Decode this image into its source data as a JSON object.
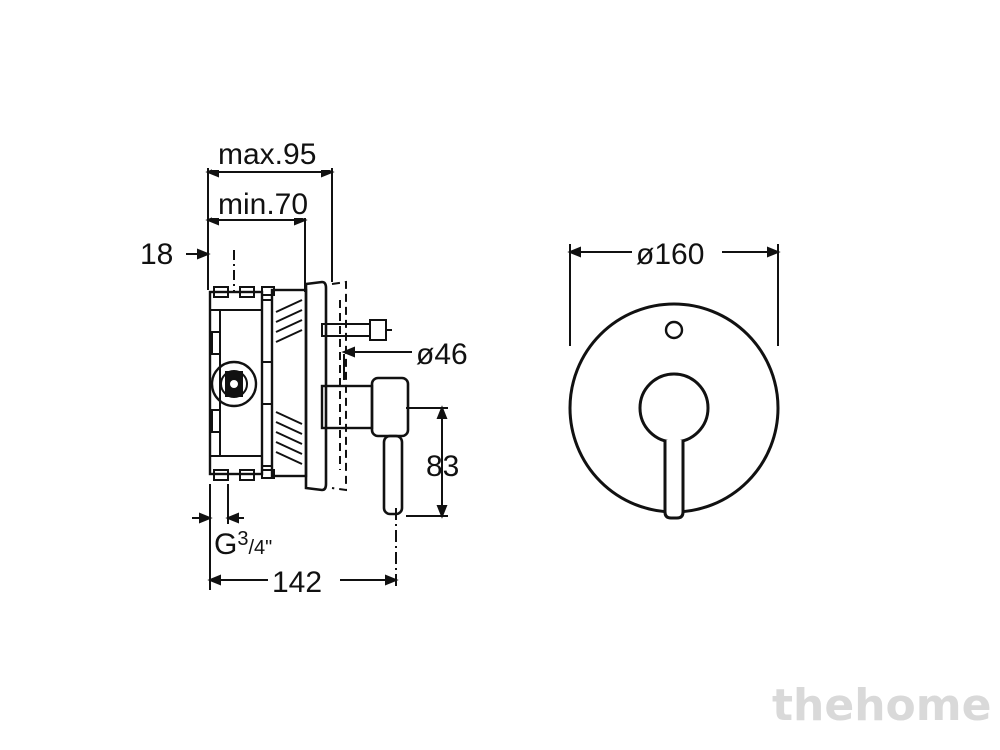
{
  "dimensions": {
    "max_depth": "max.95",
    "min_depth": "min.70",
    "offset": "18",
    "thread_main": "G",
    "thread_num": "3",
    "thread_den": "/4\"",
    "handle_diameter": "ø46",
    "handle_height": "83",
    "total_depth": "142",
    "plate_diameter": "ø160"
  },
  "watermark": "thehome",
  "colors": {
    "line": "#111111",
    "watermark": "#d9d9d9"
  }
}
